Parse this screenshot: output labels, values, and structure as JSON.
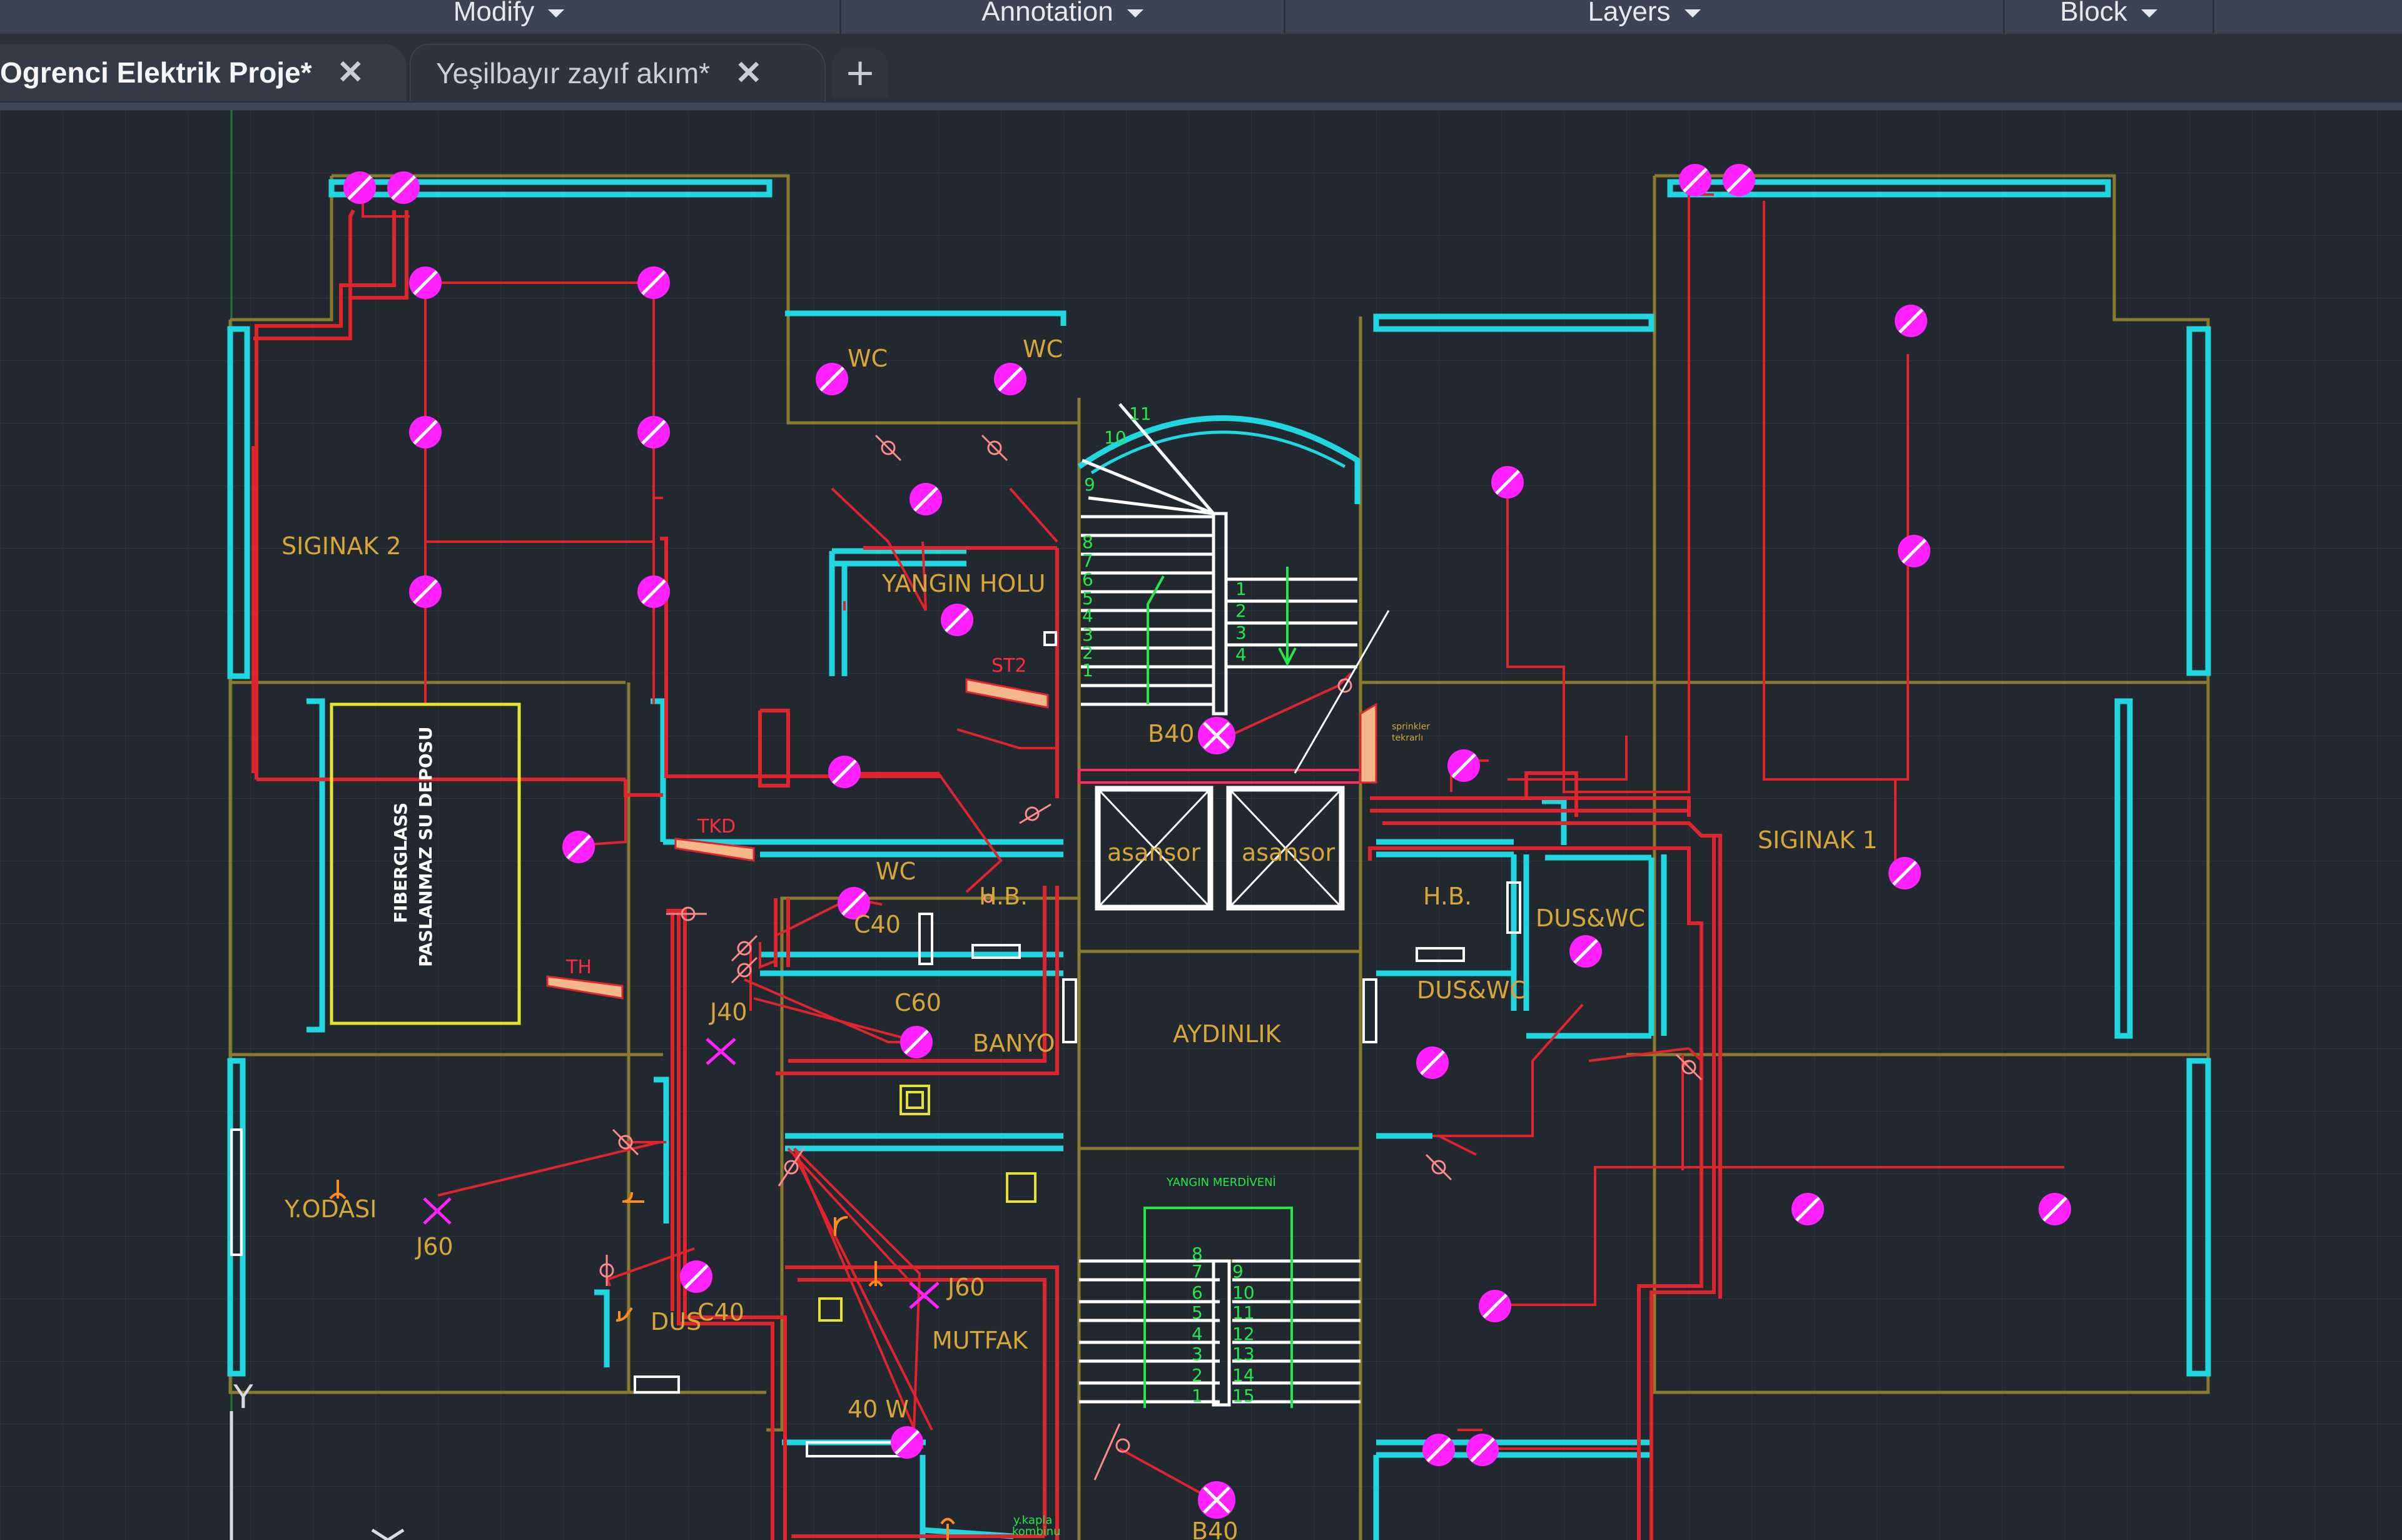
{
  "ribbon": {
    "panels": [
      {
        "label": "Modify"
      },
      {
        "label": "Annotation"
      },
      {
        "label": "Layers"
      },
      {
        "label": "Block"
      }
    ]
  },
  "tabs": [
    {
      "label": "Ogrenci Elektrik Proje*",
      "active": true
    },
    {
      "label": "Yeşilbayır  zayıf akım*",
      "active": false
    }
  ],
  "new_tab_glyph": "+",
  "close_glyph": "✕",
  "drawing": {
    "rooms": {
      "siginak_2": "SIGINAK  2",
      "siginak_1": "SIGINAK  1",
      "yangin_holu": "YANGIN  HOLU",
      "fiberglass_1": "FIBERGLASS",
      "fiberglass_2": "PASLANMAZ  SU  DEPOSU",
      "banyo": "BANYO",
      "aydinlik": "AYDINLIK",
      "yodasi": "Y.ODASI",
      "mutfak": "MUTFAK",
      "dus": "DUS",
      "hb_left": "H.B.",
      "hb_right": "H.B.",
      "duswc_1": "DUS&WC",
      "duswc_2": "DUS&WC",
      "wc_1": "WC",
      "wc_2": "WC",
      "wc_3": "WC",
      "asansor_1": "asansor",
      "asansor_2": "asansor"
    },
    "labels": {
      "st2": "ST2",
      "tkd": "TKD",
      "th": "TH",
      "b40_top": "B40",
      "b40_bottom": "B40",
      "c40_a": "C40",
      "c40_b": "C40",
      "c60": "C60",
      "j40": "J40",
      "j60_a": "J60",
      "j60_b": "J60",
      "w40": "40  W",
      "yangin_merdiven": "YANGIN  MERDİVENİ",
      "yapi_kabin": "y.kapla",
      "yapi_kabin2": "kombinu",
      "sprinkler_1": "sprinkler",
      "sprinkler_2": "tekrarlı"
    },
    "stairs_upper_left": [
      "1",
      "2",
      "3",
      "4",
      "5",
      "6",
      "7",
      "8",
      "9",
      "10",
      "11"
    ],
    "stairs_upper_right": [
      "1",
      "2",
      "3",
      "4"
    ],
    "stairs_lower_left": [
      "1",
      "2",
      "3",
      "4",
      "5",
      "6",
      "7",
      "8"
    ],
    "stairs_lower_right": [
      "9",
      "10",
      "11",
      "12",
      "13",
      "14",
      "15"
    ],
    "ucs": {
      "y": "Y"
    },
    "colors": {
      "background": "#212830",
      "wall_cyan": "#20d6e0",
      "wall_olive": "#8c7a2e",
      "wire_red": "#e0242c",
      "fixture_magenta": "#ff22ff",
      "text_gold": "#d8a636",
      "stair_green": "#22e84a"
    }
  }
}
